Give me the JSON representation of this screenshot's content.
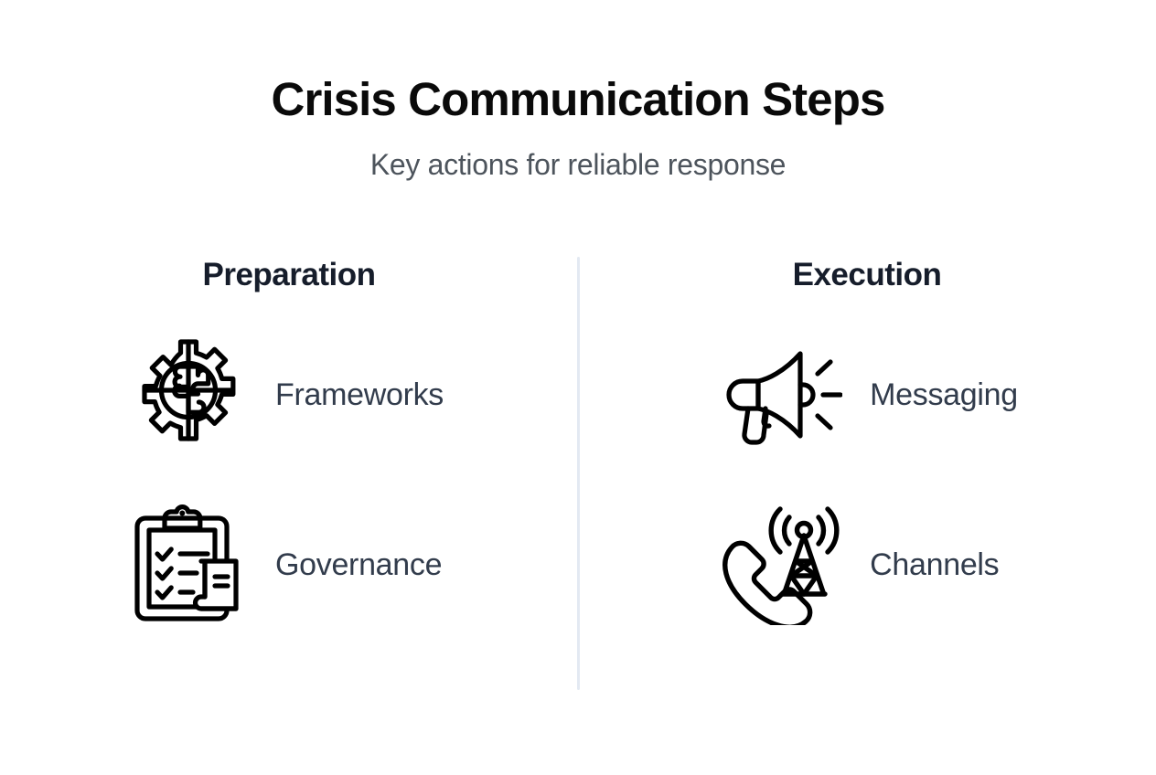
{
  "slide": {
    "background_color": "#ffffff",
    "title": "Crisis Communication Steps",
    "subtitle": "Key actions for reliable response",
    "title_color": "#0a0a0a",
    "subtitle_color": "#4d545c",
    "divider_color": "#e3e9f2",
    "heading_color": "#161d2b",
    "label_color": "#323c4c",
    "icon_stroke_color": "#000000"
  },
  "columns": [
    {
      "heading": "Preparation",
      "items": [
        {
          "icon": "gear-puzzle-icon",
          "label": "Frameworks"
        },
        {
          "icon": "clipboard-checklist-book-icon",
          "label": "Governance"
        }
      ]
    },
    {
      "heading": "Execution",
      "items": [
        {
          "icon": "megaphone-icon",
          "label": "Messaging"
        },
        {
          "icon": "phone-broadcast-tower-icon",
          "label": "Channels"
        }
      ]
    }
  ]
}
